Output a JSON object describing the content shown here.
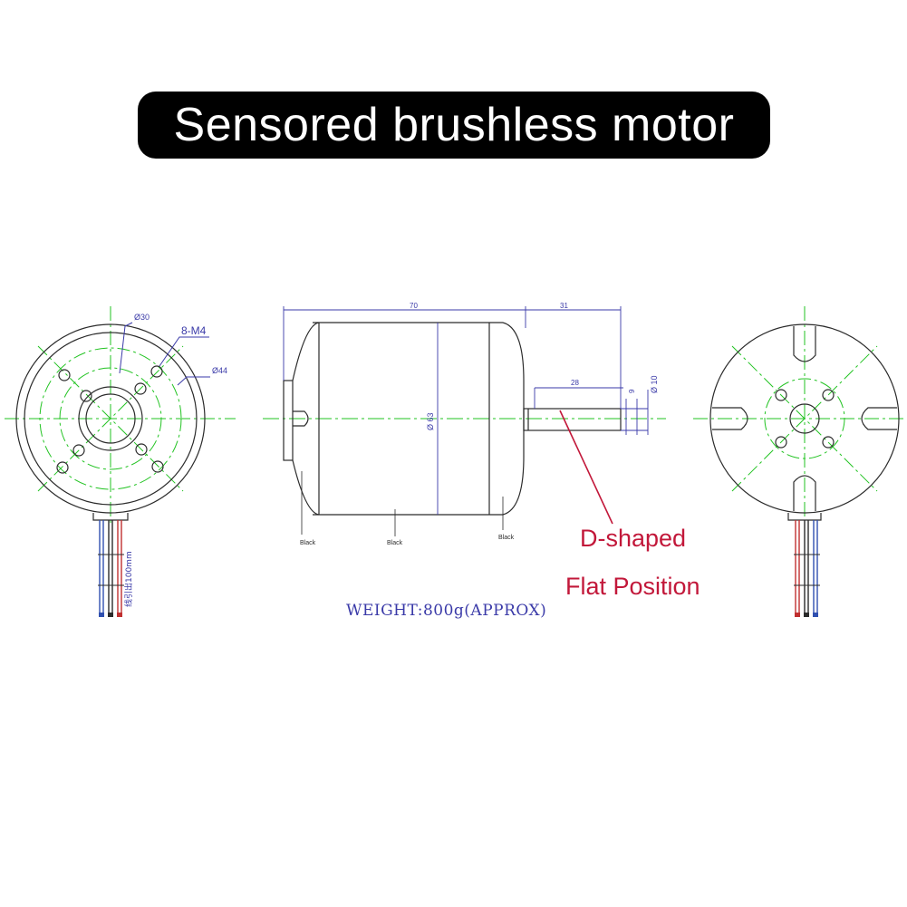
{
  "title": "Sensored brushless motor",
  "dimensions": {
    "bolt_circle_inner": "Ø30",
    "bolt_holes": "8-M4",
    "bolt_circle_outer": "Ø44",
    "body_length": "70",
    "shaft_length": "31",
    "flat_length": "28",
    "flat_depth": "9",
    "shaft_diameter": "Ø 10",
    "body_diameter": "Ø 63"
  },
  "lead_note": "线引出100mm",
  "wire_labels": [
    "Black",
    "Black",
    "Black"
  ],
  "callouts": {
    "line1": "D-shaped",
    "line2": "Flat Position"
  },
  "weight": "WEIGHT:800g(APPROX)",
  "colors": {
    "title_bg": "#000000",
    "title_text": "#ffffff",
    "outline": "#2b2b2b",
    "centerline": "#22c322",
    "dimension": "#3a3aa8",
    "callout": "#c2183a",
    "weight": "#3a3aa8",
    "wire_red": "#c03030",
    "wire_blue": "#3050b0"
  }
}
